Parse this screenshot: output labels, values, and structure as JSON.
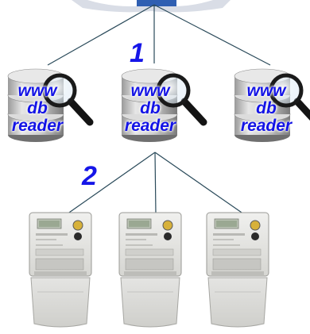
{
  "steps": {
    "step_1": "1",
    "step_2": "2"
  },
  "servers": [
    {
      "lines": [
        "www",
        "db",
        "reader"
      ]
    },
    {
      "lines": [
        "www",
        "db",
        "reader"
      ]
    },
    {
      "lines": [
        "www",
        "db",
        "reader"
      ]
    }
  ],
  "meters": [
    {},
    {},
    {}
  ],
  "colors": {
    "label": "#1616e8",
    "lines": "#2a4a5a"
  }
}
